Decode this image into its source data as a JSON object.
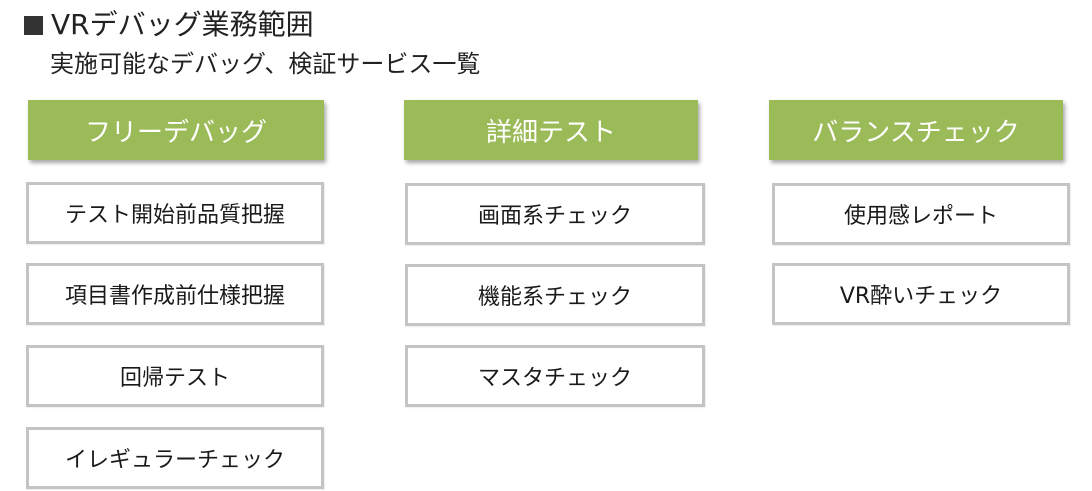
{
  "header": {
    "bullet": "■",
    "title": "VRデバッグ業務範囲",
    "subtitle": "実施可能なデバッグ、検証サービス一覧"
  },
  "columns": [
    {
      "header": "フリーデバッグ",
      "items": [
        "テスト開始前品質把握",
        "項目書作成前仕様把握",
        "回帰テスト",
        "イレギュラーチェック"
      ]
    },
    {
      "header": "詳細テスト",
      "items": [
        "画面系チェック",
        "機能系チェック",
        "マスタチェック"
      ]
    },
    {
      "header": "バランスチェック",
      "items": [
        "使用感レポート",
        "VR酔いチェック"
      ]
    }
  ],
  "colors": {
    "header_bg": "#9bbb59",
    "header_text": "#ffffff",
    "box_border": "#c4c4c4"
  }
}
